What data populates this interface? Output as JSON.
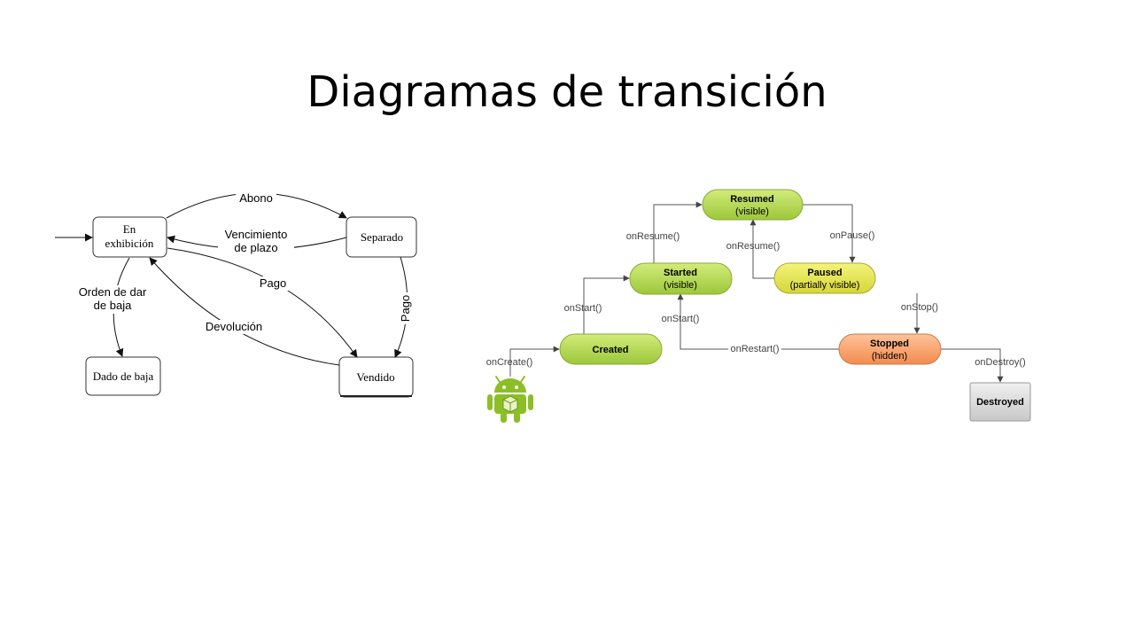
{
  "slide": {
    "title": "Diagramas de transición"
  },
  "colors": {
    "green_state": "#b5d64a",
    "paused_state": "#e6e64a",
    "stopped_state": "#f7a36a",
    "destroyed_state": "#d8d8d8",
    "android_green": "#8cbf26"
  },
  "sales_diagram": {
    "states": {
      "en_exhibicion": {
        "line1": "En",
        "line2": "exhibición"
      },
      "separado": "Separado",
      "dado_de_baja": "Dado de baja",
      "vendido": "Vendido"
    },
    "transitions": {
      "abono": "Abono",
      "vencimiento_line1": "Vencimiento",
      "vencimiento_line2": "de plazo",
      "orden_line1": "Orden de dar",
      "orden_line2": "de baja",
      "pago_direct": "Pago",
      "pago_from_separado": "Pago",
      "devolucion": "Devolución"
    }
  },
  "lifecycle_diagram": {
    "states": {
      "resumed": {
        "name": "Resumed",
        "sub": "(visible)"
      },
      "started": {
        "name": "Started",
        "sub": "(visible)"
      },
      "paused": {
        "name": "Paused",
        "sub": "(partially visible)"
      },
      "created": {
        "name": "Created"
      },
      "stopped": {
        "name": "Stopped",
        "sub": "(hidden)"
      },
      "destroyed": {
        "name": "Destroyed"
      }
    },
    "callbacks": {
      "on_create": "onCreate()",
      "on_start_1": "onStart()",
      "on_start_2": "onStart()",
      "on_resume_1": "onResume()",
      "on_resume_2": "onResume()",
      "on_pause": "onPause()",
      "on_stop": "onStop()",
      "on_restart": "onRestart()",
      "on_destroy": "onDestroy()"
    },
    "launcher_icon": "android-robot-icon"
  }
}
